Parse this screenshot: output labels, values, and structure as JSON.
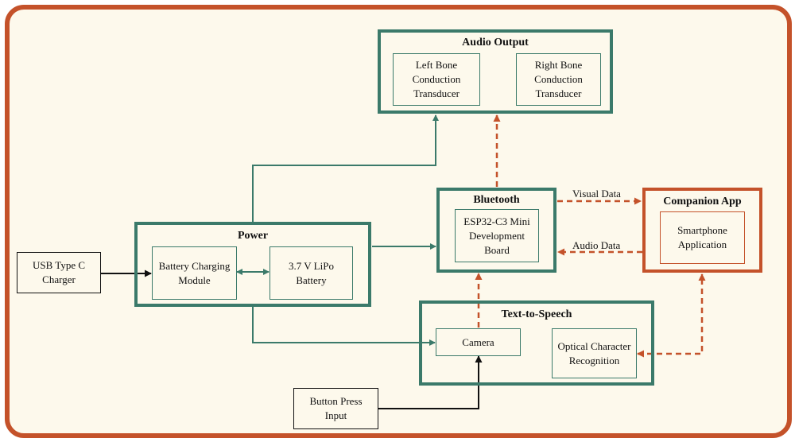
{
  "groups": {
    "audio": {
      "title": "Audio Output",
      "left": "Left Bone\nConduction\nTransducer",
      "right": "Right Bone\nConduction\nTransducer"
    },
    "bluetooth": {
      "title": "Bluetooth",
      "board": "ESP32-C3 Mini\nDevelopment\nBoard"
    },
    "companion": {
      "title": "Companion App",
      "phone": "Smartphone\nApplication"
    },
    "power": {
      "title": "Power",
      "charger_module": "Battery Charging\nModule",
      "battery": "3.7 V LiPo\nBattery"
    },
    "tts": {
      "title": "Text-to-Speech",
      "camera": "Camera",
      "ocr": "Optical Character\nRecognition"
    }
  },
  "external": {
    "usb": "USB Type C\nCharger",
    "button": "Button Press\nInput"
  },
  "edges": {
    "visual": "Visual Data",
    "audio": "Audio Data"
  },
  "colors": {
    "teal": "#3b7a6a",
    "orange": "#c4522a",
    "background": "#fdf9ec",
    "black": "#111111"
  }
}
